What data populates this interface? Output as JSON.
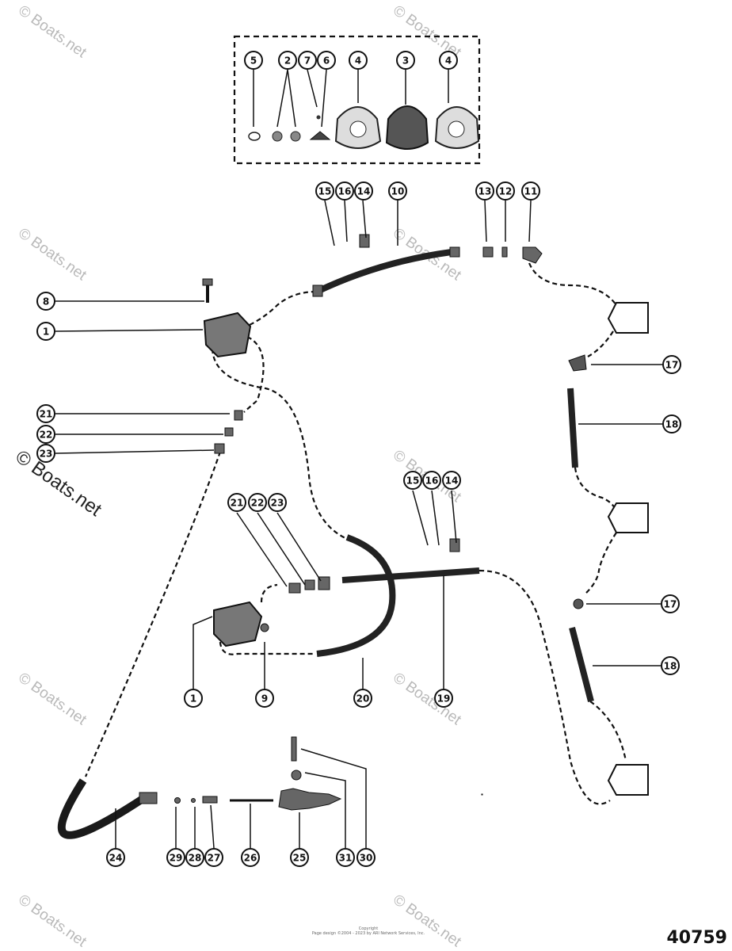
{
  "watermark": {
    "text": "© Boats.net"
  },
  "figure_number": "40759",
  "copyright_lines": [
    "Copyright",
    "Page design ©2004 - 2023 by ARI Network Services, Inc."
  ],
  "callouts": [
    {
      "id": "c5a",
      "label": "5"
    },
    {
      "id": "c2a",
      "label": "2"
    },
    {
      "id": "c7a",
      "label": "7"
    },
    {
      "id": "c6a",
      "label": "6"
    },
    {
      "id": "c4a",
      "label": "4"
    },
    {
      "id": "c3a",
      "label": "3"
    },
    {
      "id": "c4b",
      "label": "4"
    },
    {
      "id": "c15a",
      "label": "15"
    },
    {
      "id": "c16a",
      "label": "16"
    },
    {
      "id": "c14a",
      "label": "14"
    },
    {
      "id": "c10a",
      "label": "10"
    },
    {
      "id": "c13a",
      "label": "13"
    },
    {
      "id": "c12a",
      "label": "12"
    },
    {
      "id": "c11a",
      "label": "11"
    },
    {
      "id": "c8a",
      "label": "8"
    },
    {
      "id": "c1a",
      "label": "1"
    },
    {
      "id": "c17a",
      "label": "17"
    },
    {
      "id": "c18a",
      "label": "18"
    },
    {
      "id": "c21a",
      "label": "21"
    },
    {
      "id": "c22a",
      "label": "22"
    },
    {
      "id": "c23a",
      "label": "23"
    },
    {
      "id": "c15b",
      "label": "15"
    },
    {
      "id": "c16b",
      "label": "16"
    },
    {
      "id": "c14b",
      "label": "14"
    },
    {
      "id": "c21b",
      "label": "21"
    },
    {
      "id": "c22b",
      "label": "22"
    },
    {
      "id": "c23b",
      "label": "23"
    },
    {
      "id": "c17b",
      "label": "17"
    },
    {
      "id": "c18b",
      "label": "18"
    },
    {
      "id": "c1b",
      "label": "1"
    },
    {
      "id": "c9a",
      "label": "9"
    },
    {
      "id": "c20a",
      "label": "20"
    },
    {
      "id": "c19a",
      "label": "19"
    },
    {
      "id": "c24a",
      "label": "24"
    },
    {
      "id": "c29a",
      "label": "29"
    },
    {
      "id": "c28a",
      "label": "28"
    },
    {
      "id": "c27a",
      "label": "27"
    },
    {
      "id": "c26a",
      "label": "26"
    },
    {
      "id": "c25a",
      "label": "25"
    },
    {
      "id": "c31a",
      "label": "31"
    },
    {
      "id": "c30a",
      "label": "30"
    }
  ]
}
